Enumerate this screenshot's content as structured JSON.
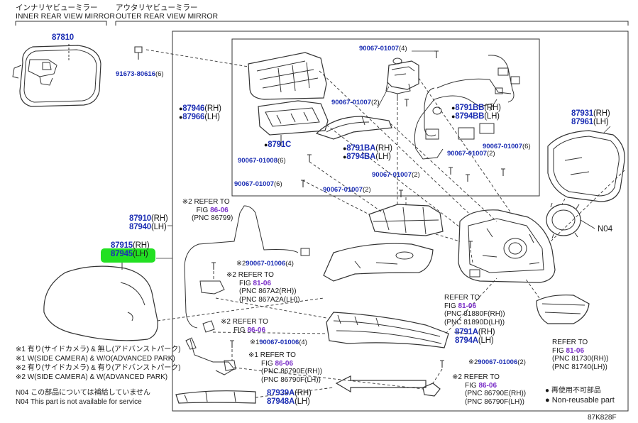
{
  "headers": {
    "inner_jp": "インナリヤビューミラー",
    "inner_en": "INNER REAR VIEW MIRROR",
    "outer_jp": "アウタリヤビューミラー",
    "outer_en": "OUTER REAR VIEW MIRROR"
  },
  "colors": {
    "part_number": "#1d2fb4",
    "fig_ref": "#7a2fc8",
    "highlight": "#22e022"
  },
  "parts": {
    "p87810": "87810",
    "p91673": "91673-80616",
    "p91673_q": "(6)",
    "p87946": "87946",
    "p87946_s": "(RH)",
    "p87966": "87966",
    "p87966_s": "(LH)",
    "p8791c": "8791C",
    "p90067_01008": "90067-01008",
    "p90067_01008_q": "(6)",
    "p90067_01007_a": "90067-01007",
    "p90067_01007_a_q": "(6)",
    "p90067_01007_top": "90067-01007",
    "p90067_01007_top_q": "(4)",
    "p90067_01007_mid": "90067-01007",
    "p90067_01007_mid_q": "(2)",
    "p8791ba": "8791BA",
    "p8791ba_s": "(RH)",
    "p8794ba": "8794BA",
    "p8794ba_s": "(LH)",
    "p8791bb": "8791BB",
    "p8791bb_s": "(RH)",
    "p8794bb": "8794BB",
    "p8794bb_s": "(LH)",
    "p90067_01007_r1": "90067-01007",
    "p90067_01007_r1_q": "(2)",
    "p90067_01007_r2": "90067-01007",
    "p90067_01007_r2_q": "(6)",
    "p90067_01007_b1": "90067-01007",
    "p90067_01007_b1_q": "(2)",
    "p90067_01007_b2": "90067-01007",
    "p90067_01007_b2_q": "(2)",
    "p87931": "87931",
    "p87931_s": "(RH)",
    "p87961": "87961",
    "p87961_s": "(LH)",
    "n04": "N04",
    "p87910": "87910",
    "p87910_s": "(RH)",
    "p87940": "87940",
    "p87940_s": "(LH)",
    "p87915": "87915",
    "p87915_s": "(RH)",
    "p87945": "87945",
    "p87945_s": "(LH)",
    "p90067_01006_a": "90067-01006",
    "p90067_01006_a_q": "(4)",
    "p90067_01006_b": "90067-01006",
    "p90067_01006_b_q": "(4)",
    "p90067_01006_c": "90067-01006",
    "p90067_01006_c_q": "(2)",
    "p8791a": "8791A",
    "p8791a_s": "(RH)",
    "p8794a": "8794A",
    "p8794a_s": "(LH)",
    "p87939a": "87939A",
    "p87939a_s": "(RH)",
    "p87948a": "87948A",
    "p87948a_s": "(LH)"
  },
  "refs": {
    "r1_mark": "※2 REFER TO",
    "r1_fig": "FIG",
    "r1_num": "86-06",
    "r1_pnc": "(PNC 86799)",
    "r2_mark": "※2 REFER TO",
    "r2_fig": "FIG",
    "r2_num": "81-06",
    "r2_pnc1": "(PNC 867A2(RH))",
    "r2_pnc2": "(PNC 867A2A(LH))",
    "r3_mark": "※2 REFER TO",
    "r3_fig": "FIG",
    "r3_num": "86-06",
    "r4_mark": "※1 REFER TO",
    "r4_fig": "FIG",
    "r4_num": "86-06",
    "r4_pnc1": "(PNC 86790E(RH))",
    "r4_pnc2": "(PNC 86790F(LH))",
    "r5_mark": "REFER TO",
    "r5_fig": "FIG",
    "r5_num": "81-06",
    "r5_pnc1": "(PNC 81880F(RH))",
    "r5_pnc2": "(PNC 81890D(LH))",
    "r6_mark": "REFER TO",
    "r6_fig": "FIG",
    "r6_num": "81-06",
    "r6_pnc1": "(PNC 81730(RH))",
    "r6_pnc2": "(PNC 81740(LH))",
    "r7_mark": "※2 REFER TO",
    "r7_fig": "FIG",
    "r7_num": "86-06",
    "r7_pnc1": "(PNC 86790E(RH))",
    "r7_pnc2": "(PNC 86790F(LH))",
    "mark1": "※1",
    "mark2": "※2"
  },
  "notes": {
    "n1": "※1 有り(サイドカメラ) & 無し(アドバンストパーク)",
    "n2": "※1 W(SIDE CAMERA) & W/O(ADVANCED PARK)",
    "n3": "※2 有り(サイドカメラ) & 有り(アドバンストパーク)",
    "n4": "※2 W(SIDE CAMERA) & W(ADVANCED PARK)",
    "n5": "N04 この部品については補給していません",
    "n6": "N04 This part is not available for service"
  },
  "legend": {
    "l1": "再使用不可部品",
    "l2": "Non-reusable part"
  },
  "diagram_code": "87K828F"
}
